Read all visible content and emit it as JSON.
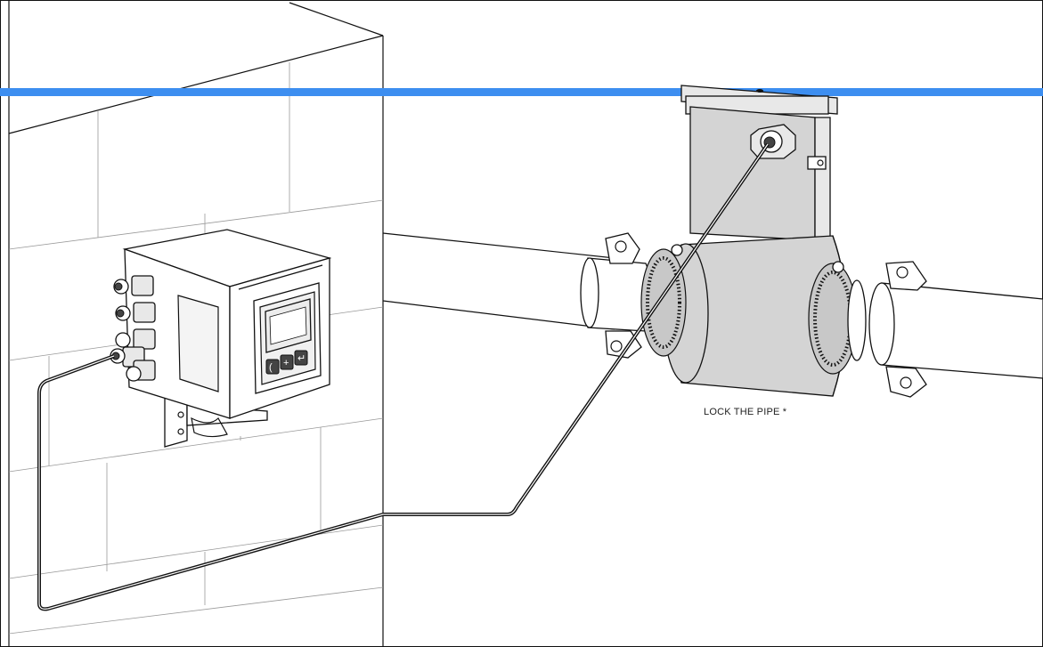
{
  "annotation": {
    "caption": "LOCK THE PIPE *"
  },
  "colors": {
    "reference_line": "#3d8ef0",
    "line_art": "#111111",
    "sensor_body": "#d4d4d4",
    "background": "#ffffff"
  },
  "components": {
    "wall": "brick-wall",
    "transmitter": "transmitter-housing",
    "display": "lcd-display",
    "keypad": [
      "left-key-icon",
      "plus-key-icon",
      "enter-key-icon"
    ],
    "sensor": "flow-sensor",
    "pipe": "pipe",
    "cable": "signal-cable"
  }
}
